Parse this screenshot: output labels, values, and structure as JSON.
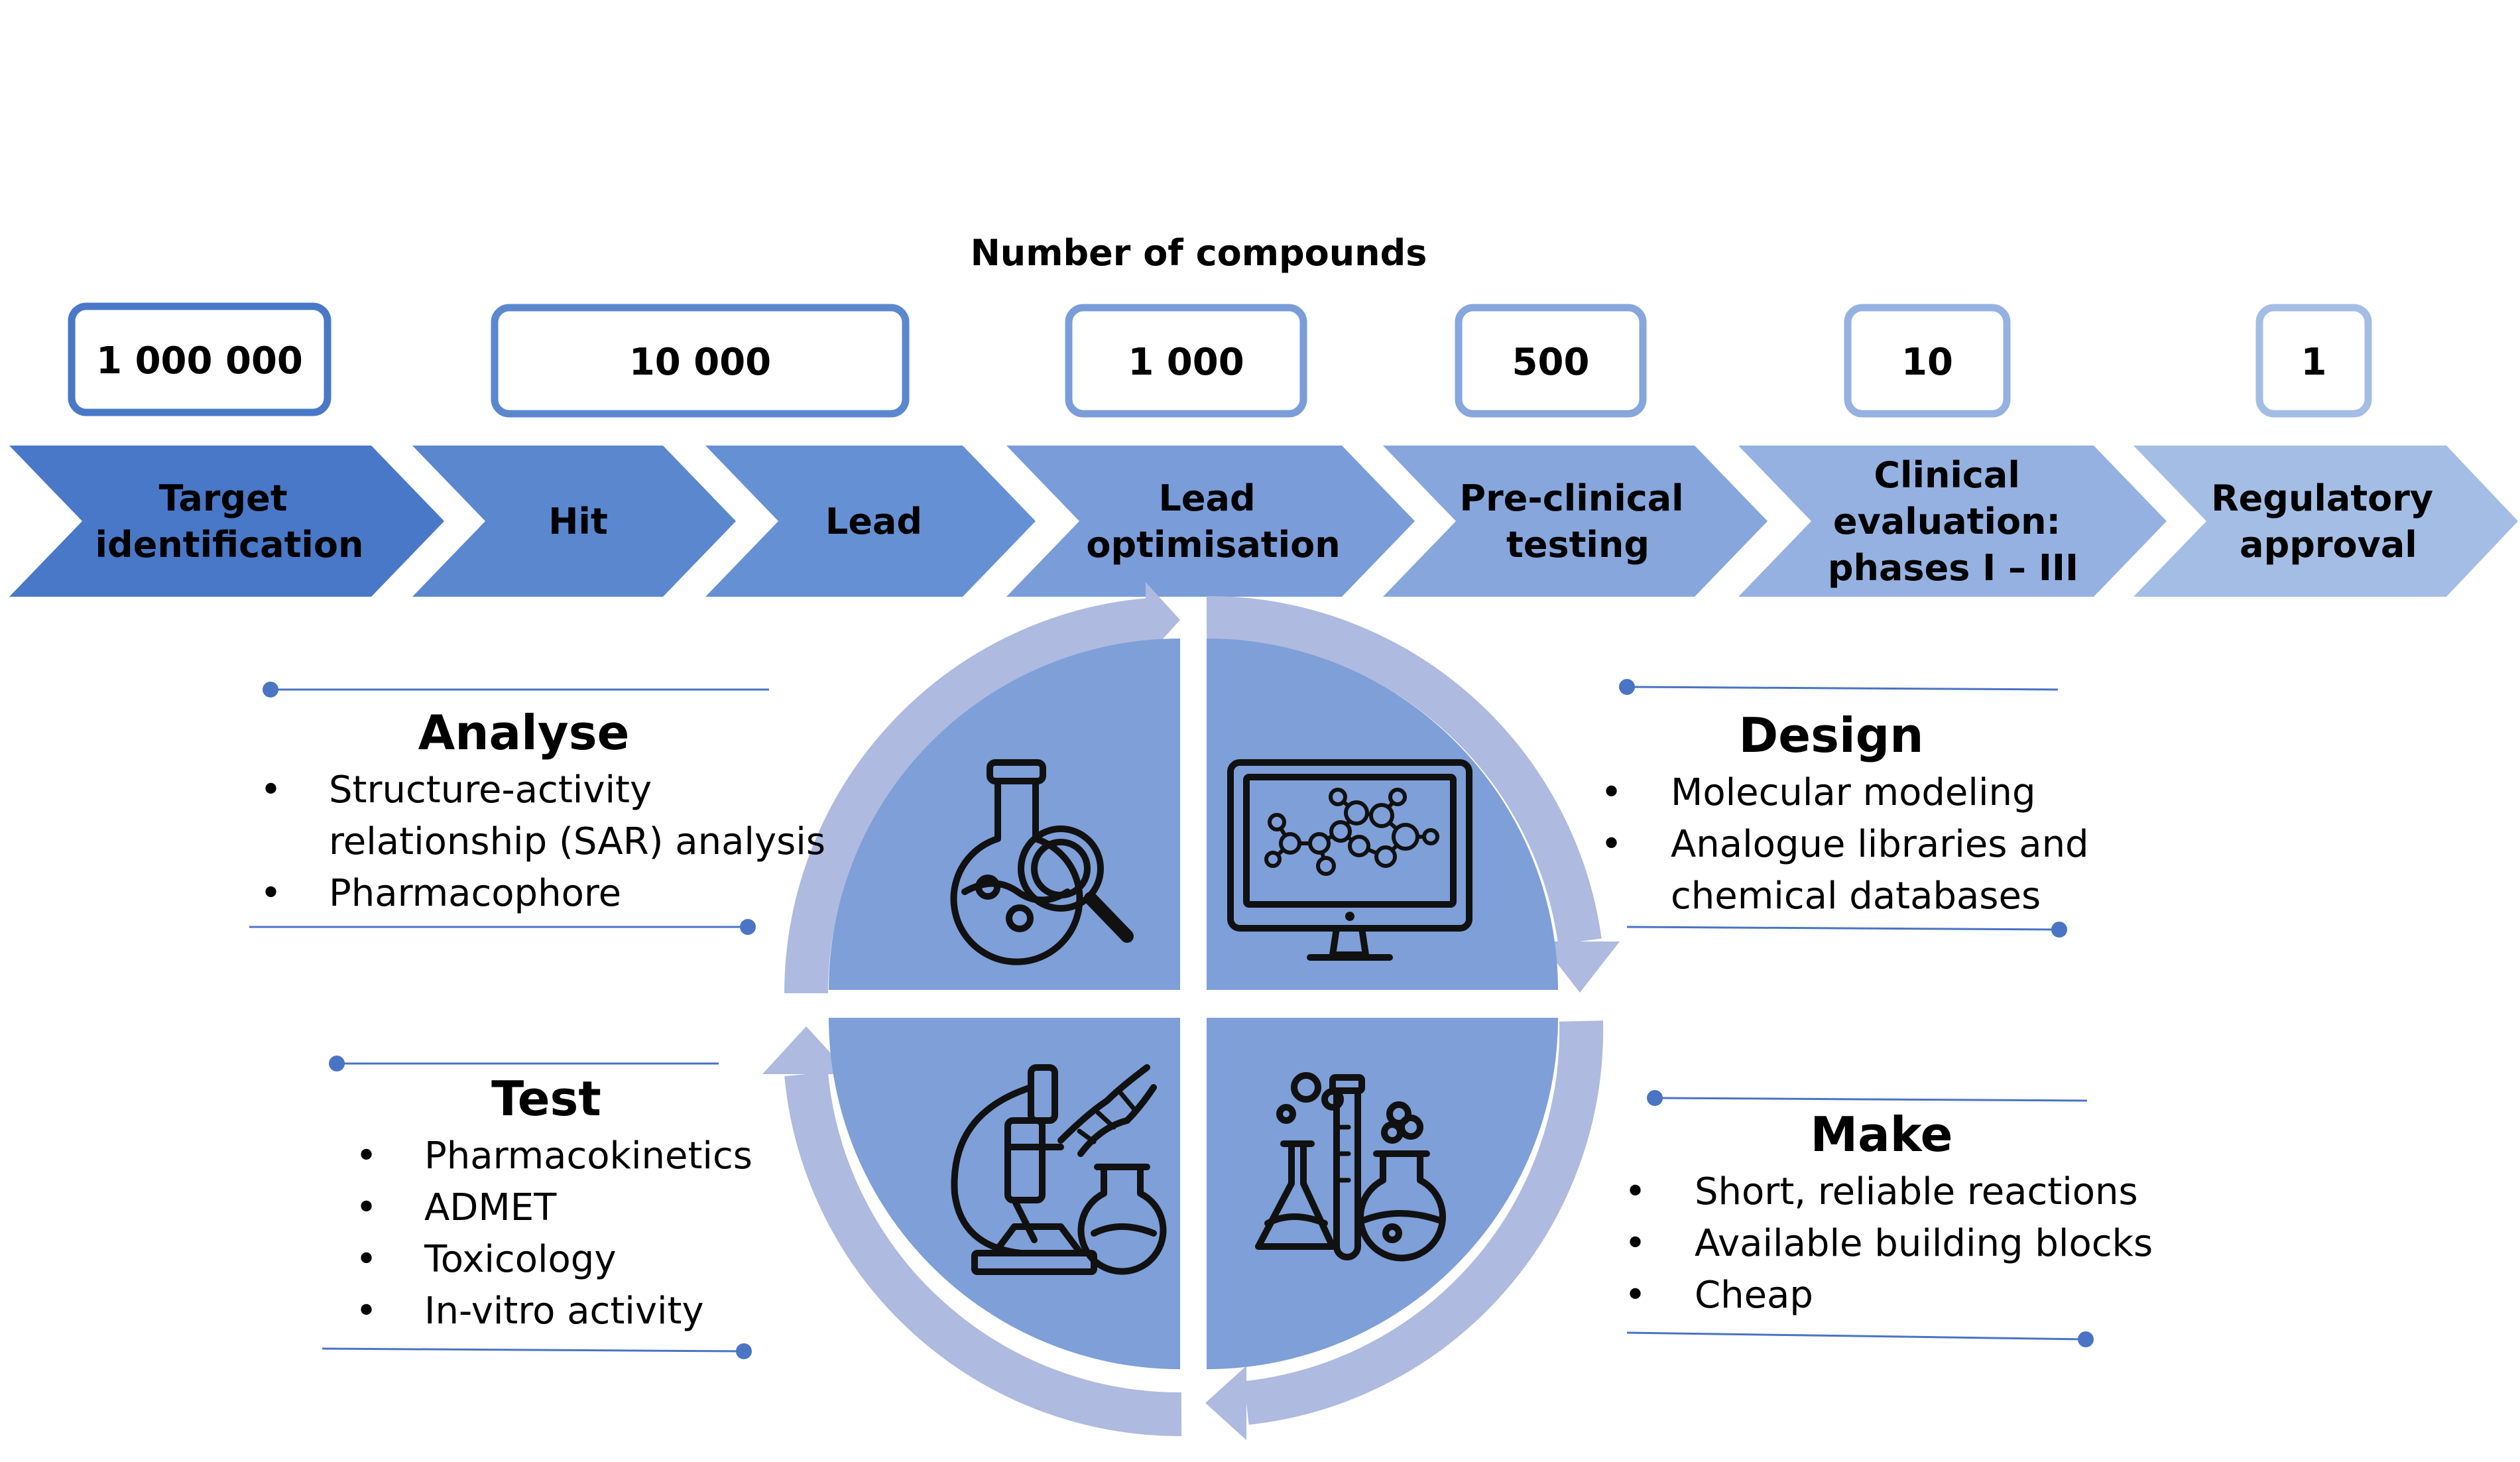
{
  "header": {
    "title": "Number of compounds"
  },
  "counts": [
    "1 000 000",
    "10 000",
    "1 000",
    "500",
    "10",
    "1"
  ],
  "stages": [
    {
      "lines": [
        "Target",
        "identification"
      ]
    },
    {
      "lines": [
        "Hit"
      ]
    },
    {
      "lines": [
        "Lead"
      ]
    },
    {
      "lines": [
        "Lead",
        "optimisation"
      ]
    },
    {
      "lines": [
        "Pre-clinical",
        "testing"
      ]
    },
    {
      "lines": [
        "Clinical",
        "evaluation:",
        "phases I – III"
      ]
    },
    {
      "lines": [
        "Regulatory",
        "approval"
      ]
    }
  ],
  "sections": {
    "analyse": {
      "title": "Analyse",
      "items": [
        {
          "lines": [
            "Structure-activity",
            "relationship (SAR) analysis"
          ]
        },
        {
          "lines": [
            "Pharmacophore"
          ]
        }
      ]
    },
    "design": {
      "title": "Design",
      "items": [
        {
          "lines": [
            "Molecular modeling"
          ]
        },
        {
          "lines": [
            "Analogue libraries and",
            "chemical databases"
          ]
        }
      ]
    },
    "test": {
      "title": "Test",
      "items": [
        {
          "lines": [
            "Pharmacokinetics"
          ]
        },
        {
          "lines": [
            "ADMET"
          ]
        },
        {
          "lines": [
            "Toxicology"
          ]
        },
        {
          "lines": [
            "In-vitro activity"
          ]
        }
      ]
    },
    "make": {
      "title": "Make",
      "items": [
        {
          "lines": [
            "Short, reliable reactions"
          ]
        },
        {
          "lines": [
            "Available building blocks"
          ]
        },
        {
          "lines": [
            "Cheap"
          ]
        }
      ]
    }
  },
  "bullet_glyph": "•",
  "icons": {
    "analyse": "flask-magnifier-icon",
    "design": "monitor-molecule-icon",
    "test": "microscope-dna-icon",
    "make": "lab-glassware-icon"
  },
  "colors": {
    "stage_fills": [
      "#4a78c8",
      "#5b87cf",
      "#6690d4",
      "#7a9dd9",
      "#86a6dc",
      "#95b1e1",
      "#a4bde5"
    ],
    "box_strokes": [
      "#4a78c8",
      "#5b87cf",
      "#7a9dd9",
      "#86a6dc",
      "#95b1e1",
      "#a4bde5"
    ],
    "quadrant": "#7e9fd8",
    "ring": "#aebadf",
    "line": "#4a74c4"
  }
}
